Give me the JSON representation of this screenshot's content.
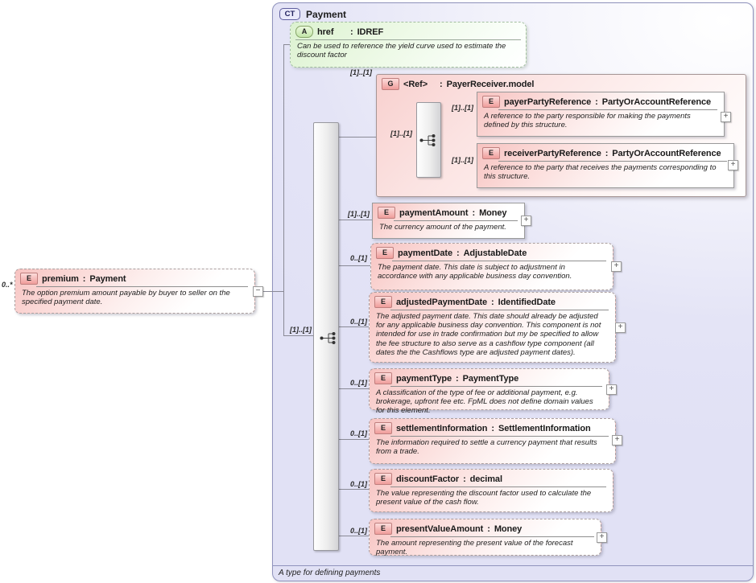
{
  "symbols": {
    "colon": ":",
    "plus": "+",
    "minus": "−"
  },
  "colors": {
    "container_bg": "#e4e4f6",
    "element_pink": "#f6b4b2",
    "attribute_green": "#d9f0c9",
    "badge_border_red": "#bf7f7e",
    "ct_border_purple": "#5f5f9e",
    "line_gray": "#8a8a96"
  },
  "container": {
    "badge": "CT",
    "title": "Payment",
    "footer": "A type for defining payments"
  },
  "root": {
    "badge": "E",
    "cardinality": "0..*",
    "name": "premium",
    "type": "Payment",
    "description": "The option premium amount payable by buyer to seller on the specified payment date."
  },
  "attribute": {
    "badge": "A",
    "name": "href",
    "type": "IDREF",
    "description": "Can be used to reference the yield curve used to estimate the discount factor"
  },
  "sequence": {
    "cardinality": "[1]..[1]"
  },
  "group": {
    "badge": "G",
    "cardinality": "[1]..[1]",
    "name": "<Ref>",
    "type": "PayerReceiver.model",
    "sequence": {
      "cardinality": "[1]..[1]"
    },
    "children": [
      {
        "badge": "E",
        "cardinality": "[1]..[1]",
        "name": "payerPartyReference",
        "type": "PartyOrAccountReference",
        "description": "A reference to the party responsible for making the payments defined by this structure."
      },
      {
        "badge": "E",
        "cardinality": "[1]..[1]",
        "name": "receiverPartyReference",
        "type": "PartyOrAccountReference",
        "description": "A reference to the party that receives the payments corresponding to this structure."
      }
    ]
  },
  "elements": [
    {
      "badge": "E",
      "cardinality": "[1]..[1]",
      "name": "paymentAmount",
      "type": "Money",
      "description": "The currency amount of the payment."
    },
    {
      "badge": "E",
      "cardinality": "0..[1]",
      "name": "paymentDate",
      "type": "AdjustableDate",
      "description": "The payment date. This date is subject to adjustment in accordance with any applicable business day convention."
    },
    {
      "badge": "E",
      "cardinality": "0..[1]",
      "name": "adjustedPaymentDate",
      "type": "IdentifiedDate",
      "description": "The adjusted payment date. This date should already be adjusted for any applicable business day convention. This component is not intended for use in trade confirmation but my be specified to allow the fee structure to also serve as a cashflow type component (all dates the the Cashflows type are adjusted payment dates)."
    },
    {
      "badge": "E",
      "cardinality": "0..[1]",
      "name": "paymentType",
      "type": "PaymentType",
      "description": "A classification of the type of fee or additional payment, e.g. brokerage, upfront fee etc. FpML does not define domain values for this element."
    },
    {
      "badge": "E",
      "cardinality": "0..[1]",
      "name": "settlementInformation",
      "type": "SettlementInformation",
      "description": "The information required to settle a currency payment that results from a trade."
    },
    {
      "badge": "E",
      "cardinality": "0..[1]",
      "name": "discountFactor",
      "type": "decimal",
      "description": "The value representing the discount factor used to calculate the present value of the cash flow."
    },
    {
      "badge": "E",
      "cardinality": "0..[1]",
      "name": "presentValueAmount",
      "type": "Money",
      "description": "The amount representing the present value of the forecast payment."
    }
  ]
}
